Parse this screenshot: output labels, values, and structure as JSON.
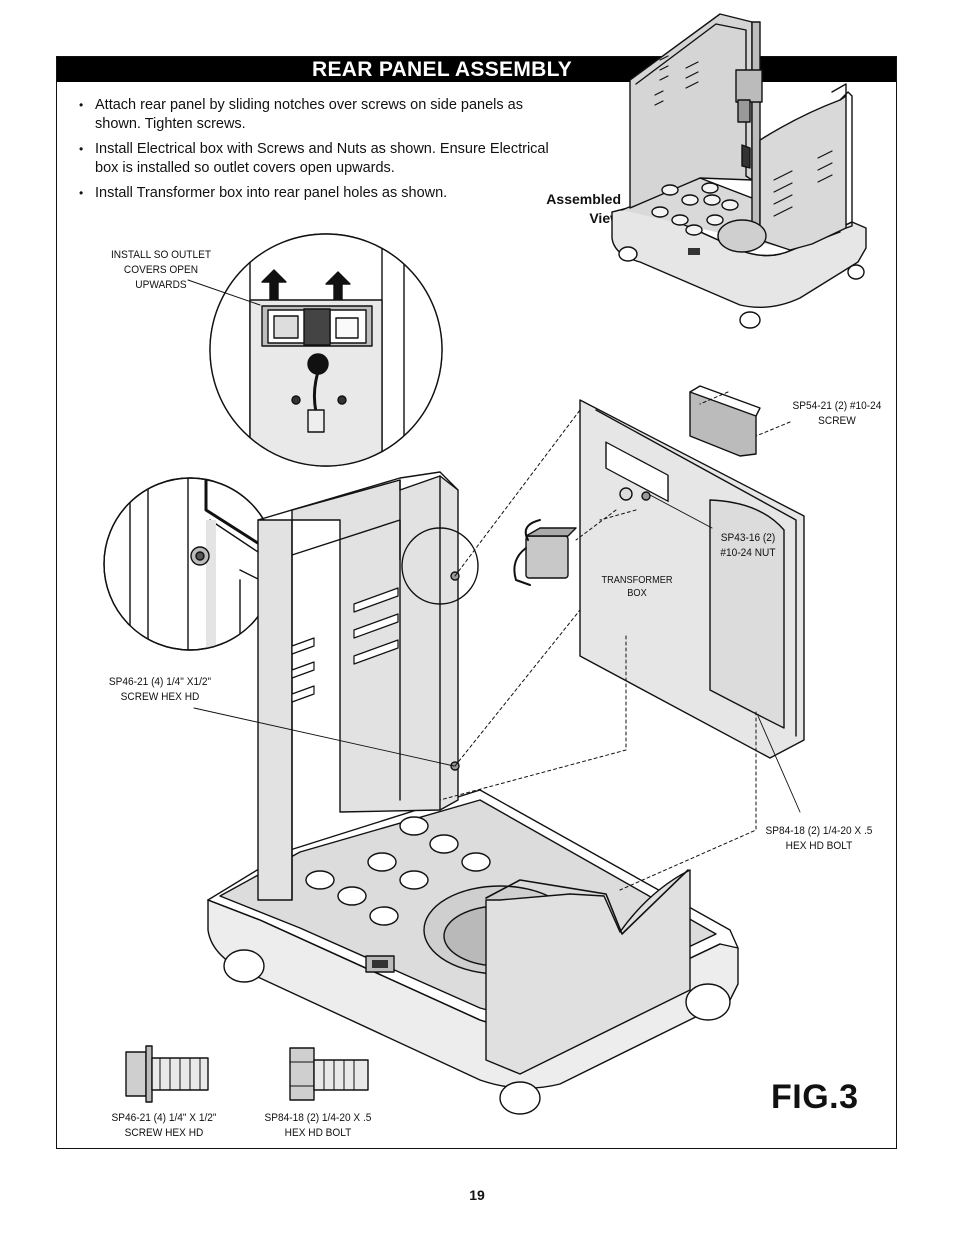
{
  "page": {
    "title": "REAR PANEL ASSEMBLY",
    "bullets": [
      "Attach rear panel by sliding notches over screws on side panels as shown. Tighten screws.",
      "Install Electrical box with Screws and Nuts as shown. Ensure Electrical box is installed so outlet covers open upwards.",
      "Install Transformer box into rear panel holes as shown."
    ],
    "assembled_view": [
      "Assembled",
      "View"
    ],
    "figure_label": "FIG.3",
    "page_number": "19"
  },
  "callouts": {
    "outlet": [
      "INSTALL SO OUTLET",
      "COVERS OPEN",
      "UPWARDS"
    ],
    "sp54": [
      "SP54-21 (2) #10-24",
      "SCREW"
    ],
    "sp43": [
      "SP43-16 (2)",
      "#10-24 NUT"
    ],
    "transformer": [
      "TRANSFORMER",
      "BOX"
    ],
    "sp46": [
      "SP46-21 (4) 1/4\" X1/2\"",
      "SCREW HEX HD"
    ],
    "sp84": [
      "SP84-18   (2)  1/4-20 X .5",
      "HEX HD BOLT"
    ]
  },
  "hardware": {
    "screw": [
      "SP46-21 (4) 1/4\" X 1/2\"",
      "SCREW HEX HD"
    ],
    "bolt": [
      "SP84-18  (2) 1/4-20 X .5",
      "HEX HD BOLT"
    ]
  }
}
